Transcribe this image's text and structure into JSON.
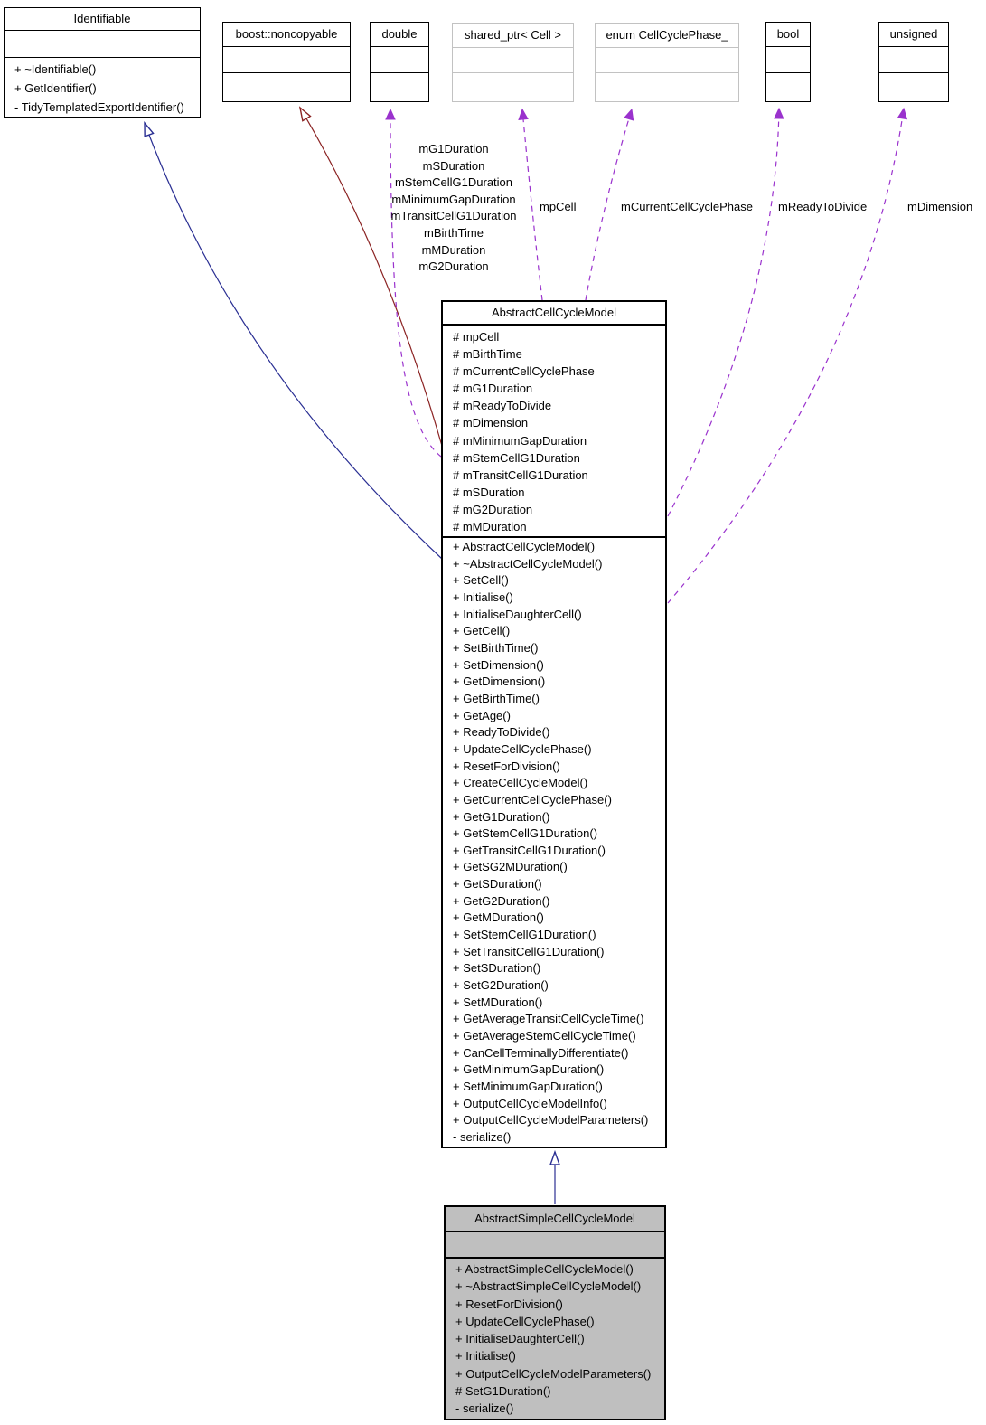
{
  "classes": {
    "identifiable": {
      "title": "Identifiable",
      "methods": [
        "+ ~Identifiable()",
        "+ GetIdentifier()",
        "- TidyTemplatedExportIdentifier()"
      ]
    },
    "noncopyable": {
      "title": "boost::noncopyable"
    },
    "double_type": {
      "title": "double"
    },
    "shared_ptr": {
      "title": "shared_ptr< Cell >"
    },
    "cellcyclephase": {
      "title": "enum CellCyclePhase_"
    },
    "bool_type": {
      "title": "bool"
    },
    "unsigned_type": {
      "title": "unsigned"
    },
    "abstract": {
      "title": "AbstractCellCycleModel",
      "attributes": [
        "# mpCell",
        "# mBirthTime",
        "# mCurrentCellCyclePhase",
        "# mG1Duration",
        "# mReadyToDivide",
        "# mDimension",
        "# mMinimumGapDuration",
        "# mStemCellG1Duration",
        "# mTransitCellG1Duration",
        "# mSDuration",
        "# mG2Duration",
        "# mMDuration"
      ],
      "methods": [
        "+ AbstractCellCycleModel()",
        "+ ~AbstractCellCycleModel()",
        "+ SetCell()",
        "+ Initialise()",
        "+ InitialiseDaughterCell()",
        "+ GetCell()",
        "+ SetBirthTime()",
        "+ SetDimension()",
        "+ GetDimension()",
        "+ GetBirthTime()",
        "+ GetAge()",
        "+ ReadyToDivide()",
        "+ UpdateCellCyclePhase()",
        "+ ResetForDivision()",
        "+ CreateCellCycleModel()",
        "+ GetCurrentCellCyclePhase()",
        "+ GetG1Duration()",
        "+ GetStemCellG1Duration()",
        "+ GetTransitCellG1Duration()",
        "+ GetSG2MDuration()",
        "+ GetSDuration()",
        "+ GetG2Duration()",
        "+ GetMDuration()",
        "+ SetStemCellG1Duration()",
        "+ SetTransitCellG1Duration()",
        "+ SetSDuration()",
        "+ SetG2Duration()",
        "+ SetMDuration()",
        "+ GetAverageTransitCellCycleTime()",
        "+ GetAverageStemCellCycleTime()",
        "+ CanCellTerminallyDifferentiate()",
        "+ GetMinimumGapDuration()",
        "+ SetMinimumGapDuration()",
        "+ OutputCellCycleModelInfo()",
        "+ OutputCellCycleModelParameters()",
        "- serialize()"
      ]
    },
    "simple": {
      "title": "AbstractSimpleCellCycleModel",
      "methods": [
        "+ AbstractSimpleCellCycleModel()",
        "+ ~AbstractSimpleCellCycleModel()",
        "+ ResetForDivision()",
        "+ UpdateCellCyclePhase()",
        "+ InitialiseDaughterCell()",
        "+ Initialise()",
        "+ OutputCellCycleModelParameters()",
        "# SetG1Duration()",
        "- serialize()"
      ]
    }
  },
  "edge_labels": {
    "double_members": [
      "mG1Duration",
      "mSDuration",
      "mStemCellG1Duration",
      "mMinimumGapDuration",
      "mTransitCellG1Duration",
      "mBirthTime",
      "mMDuration",
      "mG2Duration"
    ],
    "mpCell": "mpCell",
    "mCurrentCellCyclePhase": "mCurrentCellCyclePhase",
    "mReadyToDivide": "mReadyToDivide",
    "mDimension": "mDimension"
  },
  "colors": {
    "inheritance": "#2a2f93",
    "private_inheritance": "#8b2323",
    "usage": "#9a32cd",
    "node_border": "#000000",
    "external_border": "#c2c2c2",
    "current_fill": "#bfbfbf"
  }
}
